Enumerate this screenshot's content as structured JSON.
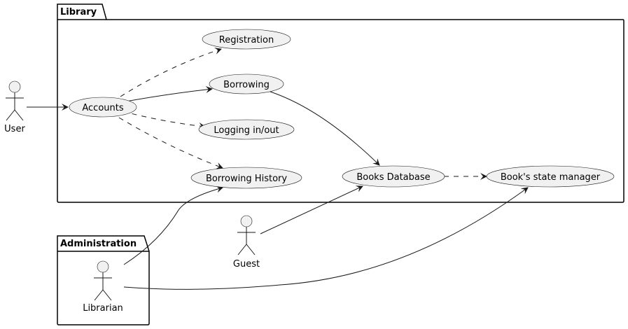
{
  "packages": {
    "library": {
      "title": "Library"
    },
    "administration": {
      "title": "Administration"
    }
  },
  "use_cases": {
    "registration": "Registration",
    "borrowing": "Borrowing",
    "accounts": "Accounts",
    "logging": "Logging in/out",
    "borrowing_history": "Borrowing History",
    "books_database": "Books Database",
    "state_manager": "Book's state manager"
  },
  "actors": {
    "user": "User",
    "guest": "Guest",
    "librarian": "Librarian"
  }
}
